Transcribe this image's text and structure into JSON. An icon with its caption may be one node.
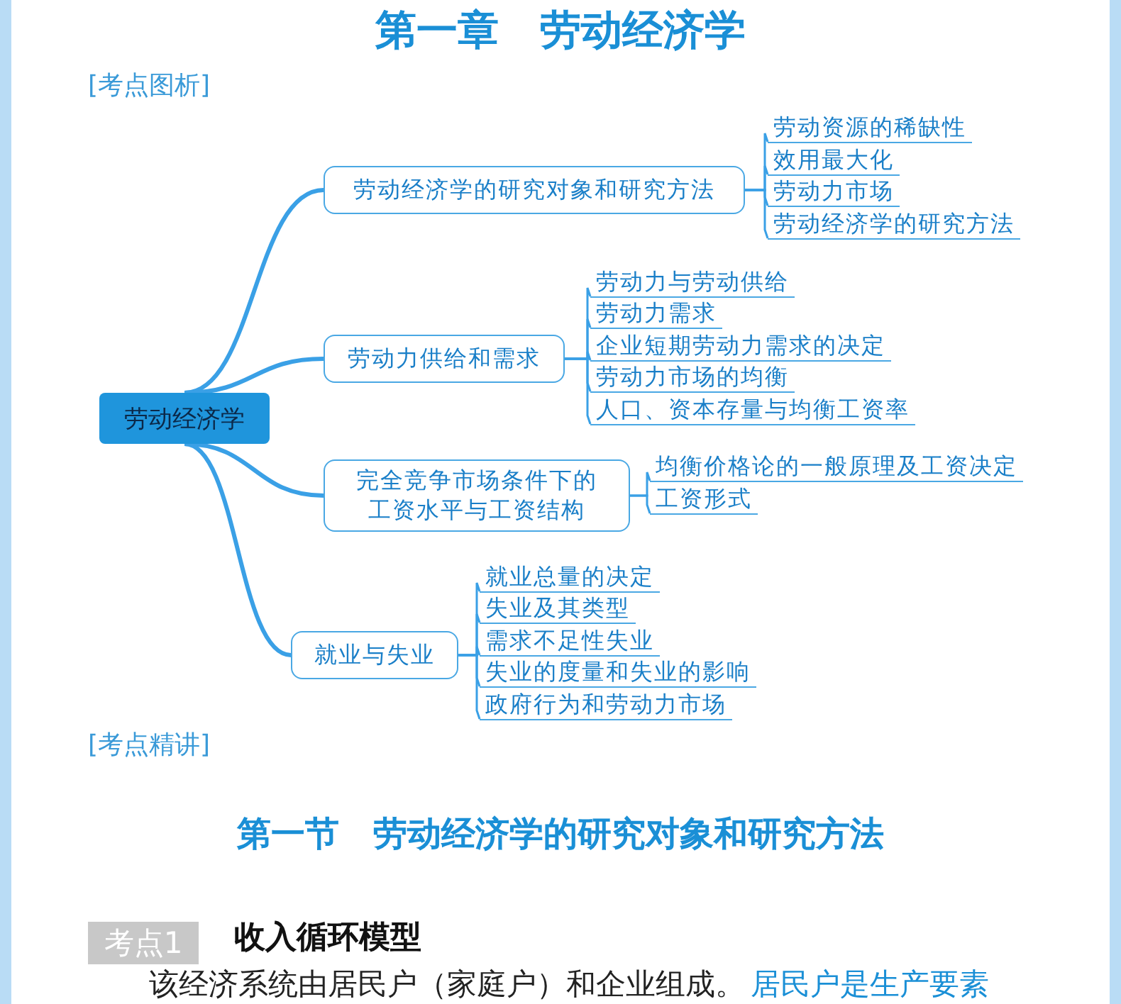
{
  "diagram": {
    "title": "第一章　劳动经济学",
    "nodes": [
      {
        "text": [
          "劳动经济学"
        ]
      },
      {
        "text": [
          "劳动经济学的研究对象和研究方法"
        ]
      },
      {
        "text": [
          "劳动资源的稀缺性"
        ]
      },
      {
        "text": [
          "效用最大化"
        ]
      },
      {
        "text": [
          "劳动力市场"
        ]
      },
      {
        "text": [
          "劳动经济学的研究方法"
        ]
      },
      {
        "text": [
          "劳动力供给和需求"
        ]
      },
      {
        "text": [
          "劳动力与劳动供给"
        ]
      },
      {
        "text": [
          "劳动力需求"
        ]
      },
      {
        "text": [
          "企业短期劳动力需求的决定"
        ]
      },
      {
        "text": [
          "劳动力市场的均衡"
        ]
      },
      {
        "text": [
          "人口、资本存量与均衡工资率"
        ]
      },
      {
        "text": [
          "完全竞争市场条件下的工资水平与工资结构"
        ]
      },
      {
        "text": [
          "均衡价格论的一般原理及工资决定"
        ]
      },
      {
        "text": [
          "工资形式"
        ]
      },
      {
        "text": [
          "就业与失业"
        ]
      },
      {
        "text": [
          "就业总量的决定"
        ]
      },
      {
        "text": [
          "失业及其类型"
        ]
      },
      {
        "text": [
          "需求不足性失业"
        ]
      },
      {
        "text": [
          "失业的度量和失业的影响"
        ]
      },
      {
        "text": [
          "政府行为和劳动力市场"
        ]
      },
      {
        "text": [
          "考点1"
        ]
      }
    ],
    "edges": [
      {
        "from": 0,
        "to": 1,
        "arrow": "none",
        "style": "thick"
      },
      {
        "from": 0,
        "to": 6,
        "arrow": "none",
        "style": "thick"
      },
      {
        "from": 0,
        "to": 12,
        "arrow": "none",
        "style": "thick"
      },
      {
        "from": 0,
        "to": 15,
        "arrow": "none",
        "style": "thick"
      },
      {
        "from": 1,
        "to": 2,
        "arrow": "none"
      },
      {
        "from": 1,
        "to": 3,
        "arrow": "none"
      },
      {
        "from": 1,
        "to": 4,
        "arrow": "none"
      },
      {
        "from": 1,
        "to": 5,
        "arrow": "none"
      },
      {
        "from": 6,
        "to": 7,
        "arrow": "none"
      },
      {
        "from": 6,
        "to": 8,
        "arrow": "none"
      },
      {
        "from": 6,
        "to": 9,
        "arrow": "none"
      },
      {
        "from": 6,
        "to": 10,
        "arrow": "none"
      },
      {
        "from": 6,
        "to": 11,
        "arrow": "none"
      },
      {
        "from": 12,
        "to": 13,
        "arrow": "none"
      },
      {
        "from": 12,
        "to": 14,
        "arrow": "none"
      },
      {
        "from": 15,
        "to": 16,
        "arrow": "none"
      },
      {
        "from": 15,
        "to": 17,
        "arrow": "none"
      },
      {
        "from": 15,
        "to": 18,
        "arrow": "none"
      },
      {
        "from": 15,
        "to": 19,
        "arrow": "none"
      },
      {
        "from": 15,
        "to": 20,
        "arrow": "none"
      }
    ],
    "labels": [
      "[考点图析]",
      "[考点精讲]",
      "第一节　劳动经济学的研究对象和研究方法",
      "收入循环模型",
      "该经济系统由居民户（家庭户）和企业组成。",
      "居民户是生产要素"
    ]
  }
}
